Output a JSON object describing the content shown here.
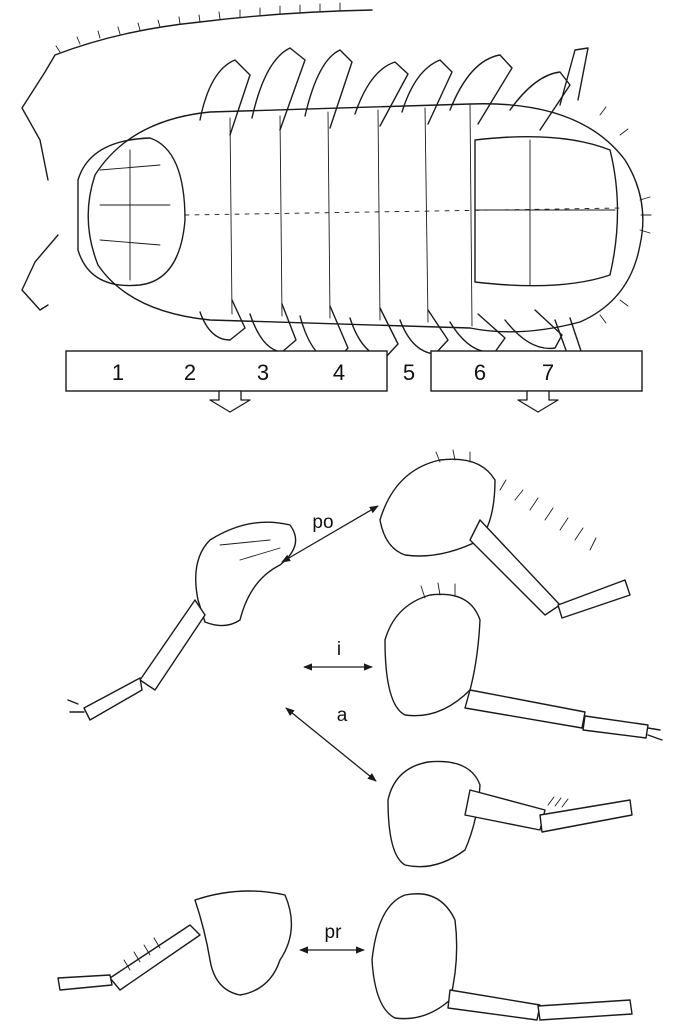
{
  "segment_groups": [
    {
      "labels": [
        "1",
        "2",
        "3",
        "4"
      ]
    },
    {
      "labels": [
        "5"
      ]
    },
    {
      "labels": [
        "6",
        "7"
      ]
    }
  ],
  "comparison_labels": {
    "posterior": "po",
    "intermediate": "i",
    "anterior": "a",
    "proximal": "pr"
  }
}
